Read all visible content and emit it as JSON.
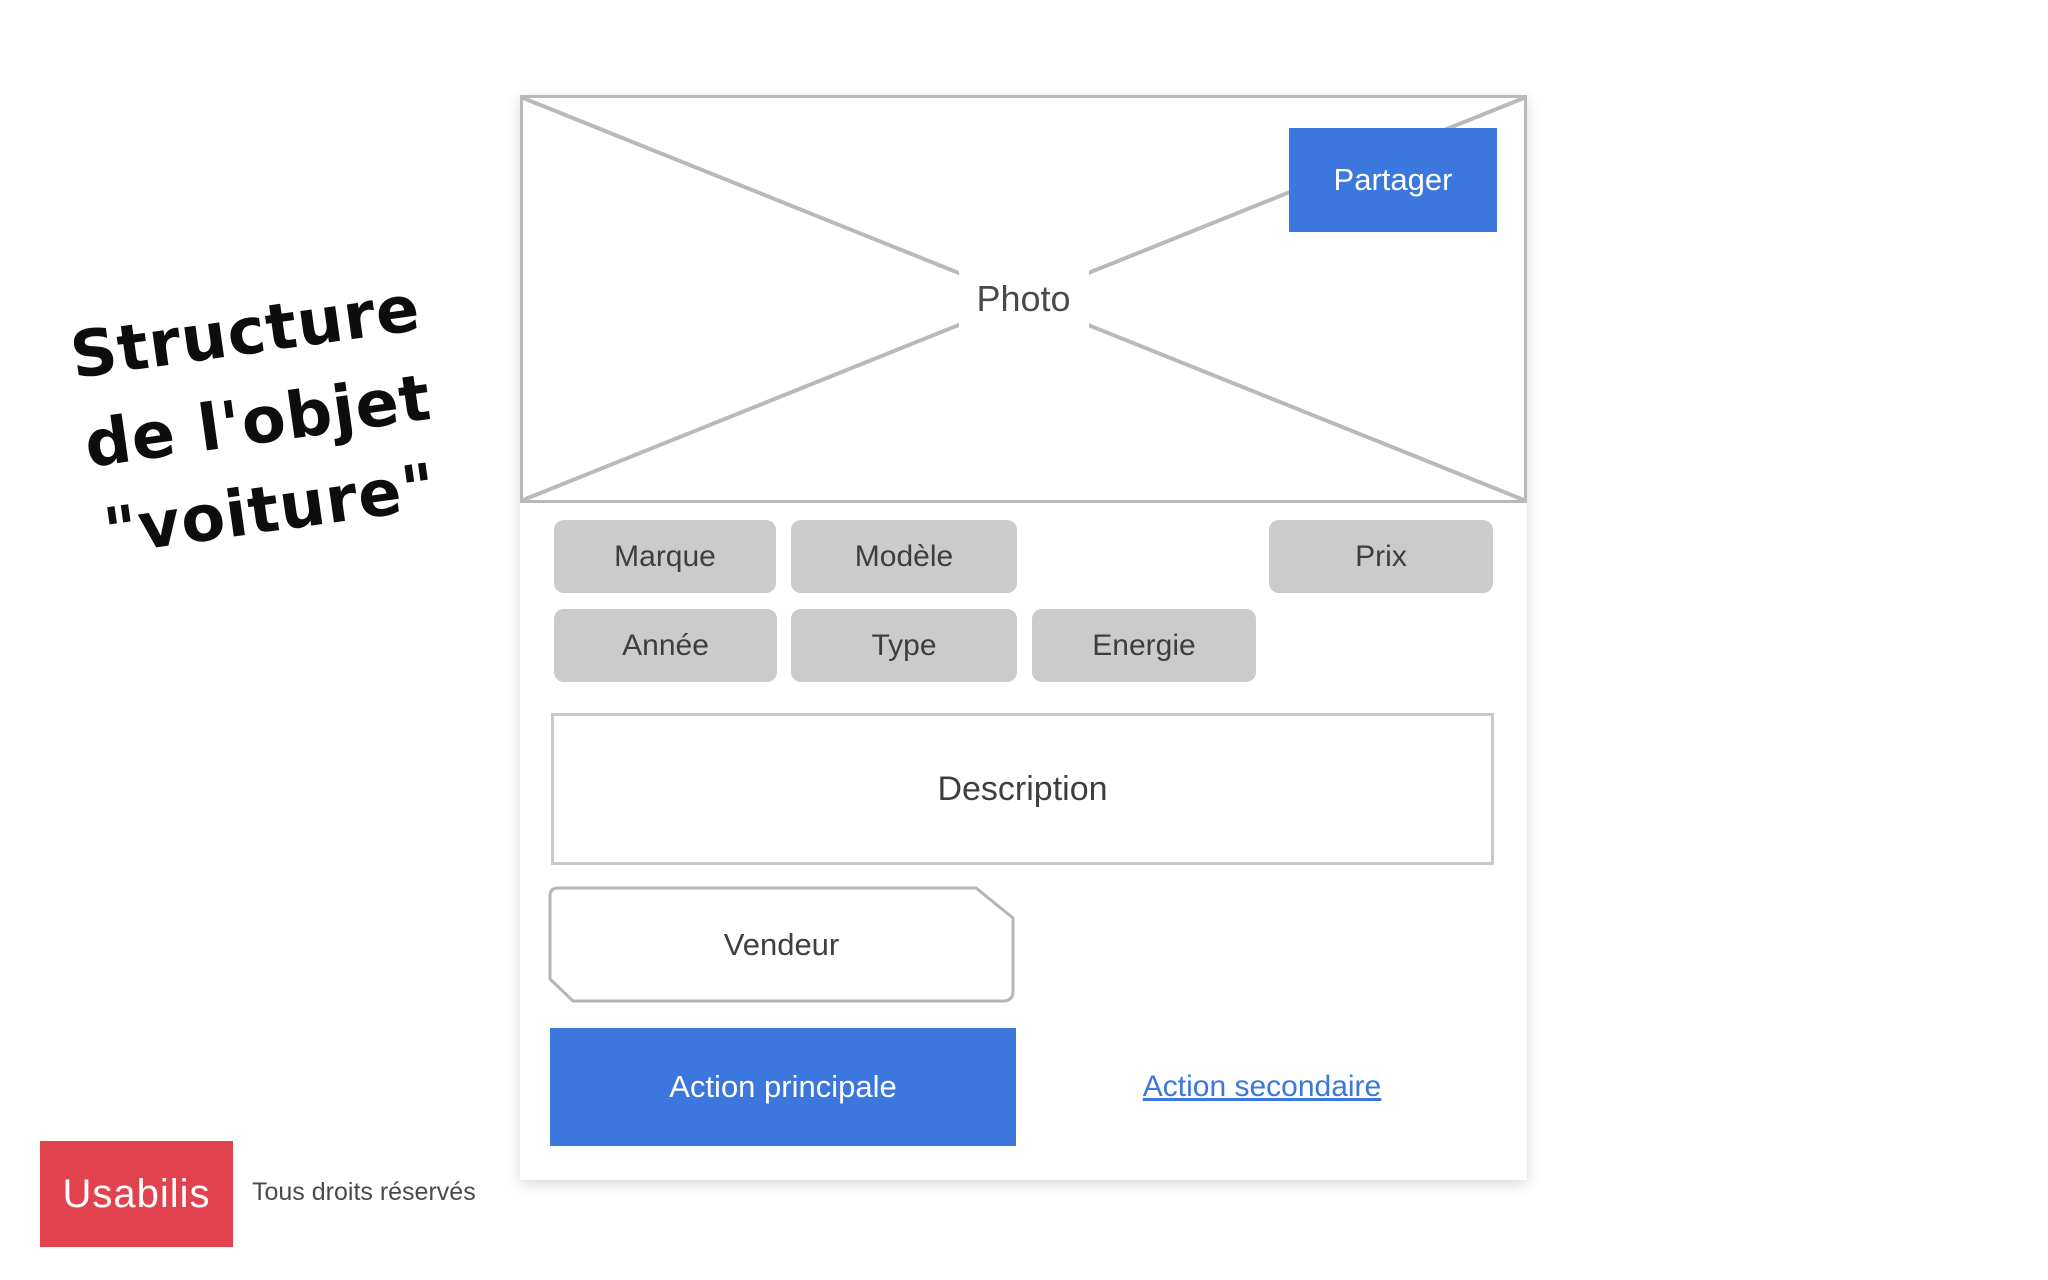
{
  "slide": {
    "title": {
      "line1": "Structure",
      "line2": "de l'objet",
      "line3": "\"voiture\""
    }
  },
  "wireframe": {
    "photo": {
      "label": "Photo",
      "share_button": "Partager"
    },
    "attribute_tags": {
      "row1": [
        "Marque",
        "Modèle",
        "Prix"
      ],
      "row2": [
        "Année",
        "Type",
        "Energie"
      ]
    },
    "description_label": "Description",
    "vendor_label": "Vendeur",
    "primary_action": "Action principale",
    "secondary_action": "Action secondaire"
  },
  "footer": {
    "logo": "Usabilis",
    "rights": "Tous droits réservés"
  },
  "colors": {
    "accent_blue": "#3b77dc",
    "brand_red": "#e2424d",
    "tag_gray": "#cbcbcb",
    "border_gray": "#b9b9b9"
  }
}
